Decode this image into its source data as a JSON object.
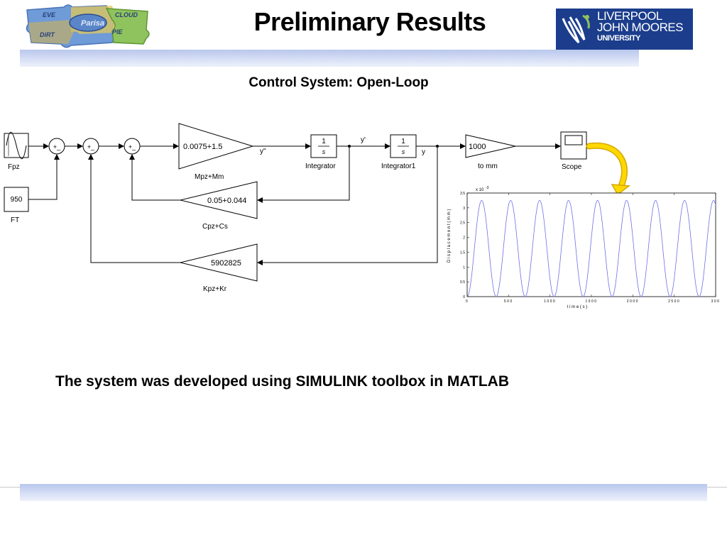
{
  "slide": {
    "title": "Preliminary Results",
    "subheading": "Control System: Open-Loop",
    "caption": "The system was developed using SIMULINK toolbox in MATLAB"
  },
  "logos": {
    "left_puzzle": {
      "words": [
        "EVE",
        "CLOUD",
        "Parisa",
        "DiRT",
        "PIE"
      ]
    },
    "right_university": {
      "lines": [
        "LIVERPOOL",
        "JOHN MOORES",
        "UNIVERSITY"
      ],
      "color": "#1b3d8c"
    }
  },
  "diagram": {
    "blocks": {
      "fpz": {
        "label": "Fpz"
      },
      "ft": {
        "value": "950",
        "label": "FT"
      },
      "sum1": {
        "signs": "+_"
      },
      "sum2": {
        "signs": "+_"
      },
      "sum3": {
        "signs": "+_"
      },
      "gain_mass": {
        "value": "0.0075+1.5",
        "label": "Mpz+Mm"
      },
      "integrator": {
        "num": "1",
        "den": "s",
        "label": "Integrator"
      },
      "integrator1": {
        "num": "1",
        "den": "s",
        "label": "Integrator1"
      },
      "gain_tomm": {
        "value": "1000",
        "label": "to mm"
      },
      "scope": {
        "label": "Scope"
      },
      "gain_damping": {
        "value": "0.05+0.044",
        "label": "Cpz+Cs"
      },
      "gain_stiffness": {
        "value": "5902825",
        "label": "Kpz+Kr"
      }
    },
    "signals": {
      "y_ddot": "y''",
      "y_dot": "y'",
      "y": "y"
    },
    "arrow_color": "#ffd800"
  },
  "chart_data": {
    "type": "line",
    "xlabel": "t i m e ( s )",
    "ylabel": "D i s p l a c e m e n t ( m m )",
    "yscale_label": "x 10",
    "yscale_exponent": "-3",
    "xlim": [
      0,
      3000
    ],
    "ylim": [
      0,
      3.5
    ],
    "xticks": [
      "0",
      "500",
      "1000",
      "1500",
      "2000",
      "2500",
      "300"
    ],
    "yticks": [
      "0",
      "0.5",
      "1",
      "1.5",
      "2",
      "2.5",
      "3",
      "3.5"
    ],
    "series": [
      {
        "color": "#6f6fe6",
        "period": 350,
        "min": 0,
        "max": 3.25
      }
    ]
  }
}
